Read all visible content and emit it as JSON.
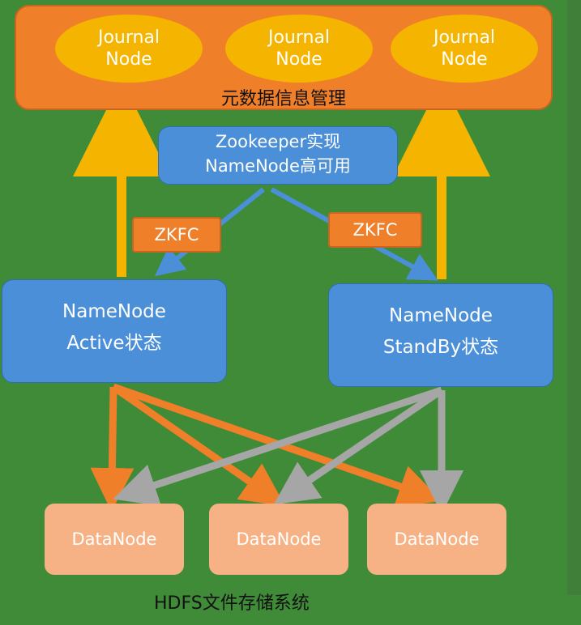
{
  "journal_nodes": [
    "Journal\nNode",
    "Journal\nNode",
    "Journal\nNode"
  ],
  "metadata_label": "元数据信息管理",
  "zookeeper_label": "Zookeeper实现\nNameNode高可用",
  "zkfc_labels": [
    "ZKFC",
    "ZKFC"
  ],
  "namenode_active": "NameNode\nActive状态",
  "namenode_standby": "NameNode\nStandBy状态",
  "data_nodes": [
    "DataNode",
    "DataNode",
    "DataNode"
  ],
  "footer_label": "HDFS文件存储系统",
  "colors": {
    "background": "#3f8b38",
    "metadata_box": "#f07f2a",
    "journal_node": "#f4b400",
    "namenode_box": "#4a8fd8",
    "datanode_box": "#f6b184",
    "active_arrow": "#f07f2a",
    "standby_arrow": "#a6a6a6",
    "journal_arrow": "#f4b400"
  }
}
